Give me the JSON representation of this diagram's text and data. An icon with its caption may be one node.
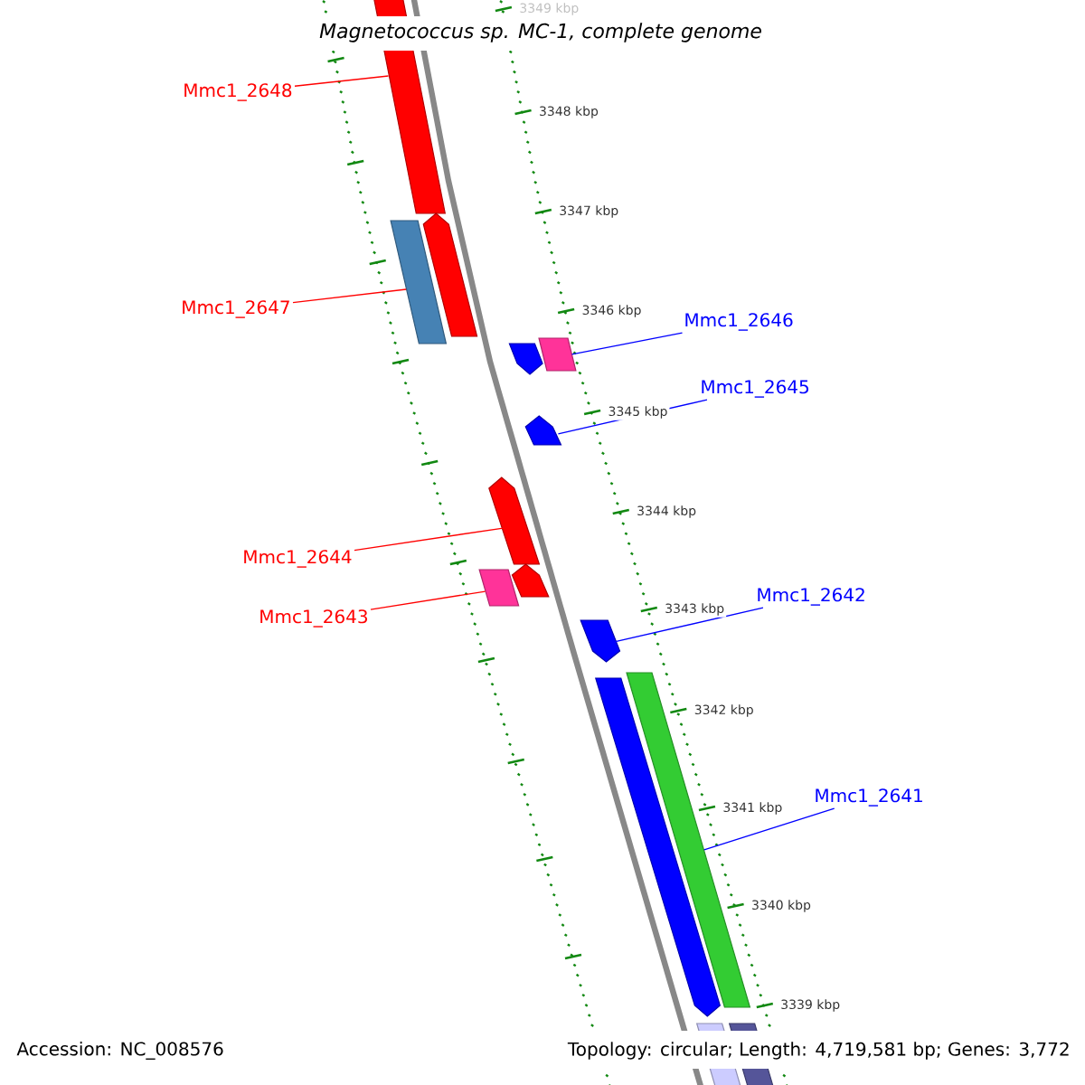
{
  "diagram": {
    "title": "Magnetococcus sp. MC-1, complete genome",
    "nodes": [
      {
        "text": [
          "Mmc1_2648"
        ]
      },
      {
        "text": [],
        "shape": "bar"
      },
      {
        "text": [],
        "shape": "bar"
      },
      {
        "text": [],
        "shape": "arrow"
      },
      {
        "text": [
          "Mmc1_2647"
        ]
      },
      {
        "text": [
          "Mmc1_2646"
        ]
      },
      {
        "text": [],
        "shape": "arrow"
      },
      {
        "text": [],
        "shape": "box"
      },
      {
        "text": [
          "Mmc1_2645"
        ]
      },
      {
        "text": [],
        "shape": "arrow"
      },
      {
        "text": [],
        "shape": "arrow"
      },
      {
        "text": [
          "Mmc1_2644"
        ]
      },
      {
        "text": [],
        "shape": "arrow"
      },
      {
        "text": [],
        "shape": "box"
      },
      {
        "text": [
          "Mmc1_2642"
        ]
      },
      {
        "text": [
          "Mmc1_2643"
        ]
      },
      {
        "text": [],
        "shape": "arrow"
      },
      {
        "text": [],
        "shape": "bar"
      },
      {
        "text": [],
        "shape": "arrow"
      },
      {
        "text": [
          "Mmc1_2641"
        ]
      },
      {
        "text": [],
        "shape": "bar"
      },
      {
        "text": [],
        "shape": "bar"
      }
    ],
    "edges": [
      {
        "from": 0,
        "to": 1,
        "arrow": "none"
      },
      {
        "from": 4,
        "to": 2,
        "arrow": "none"
      },
      {
        "from": 5,
        "to": 7,
        "arrow": "none",
        "color": "#0000ff"
      },
      {
        "from": 8,
        "to": 9,
        "arrow": "none",
        "color": "#0000ff"
      },
      {
        "from": 11,
        "to": 10,
        "arrow": "none"
      },
      {
        "from": 15,
        "to": 13,
        "arrow": "none"
      },
      {
        "from": 14,
        "to": 16,
        "arrow": "none",
        "color": "#0000ff"
      },
      {
        "from": 19,
        "to": 17,
        "arrow": "none",
        "color": "#0000ff"
      }
    ],
    "labels": [
      "3349 kbp",
      "3348 kbp",
      "3347 kbp",
      "3346 kbp",
      "3345 kbp",
      "3344 kbp",
      "3343 kbp",
      "3342 kbp",
      "3341 kbp",
      "3340 kbp",
      "3339 kbp",
      "Accession: NC_008576",
      "Topology: circular; Length: 4,719,581 bp; Genes: 3,772"
    ]
  }
}
